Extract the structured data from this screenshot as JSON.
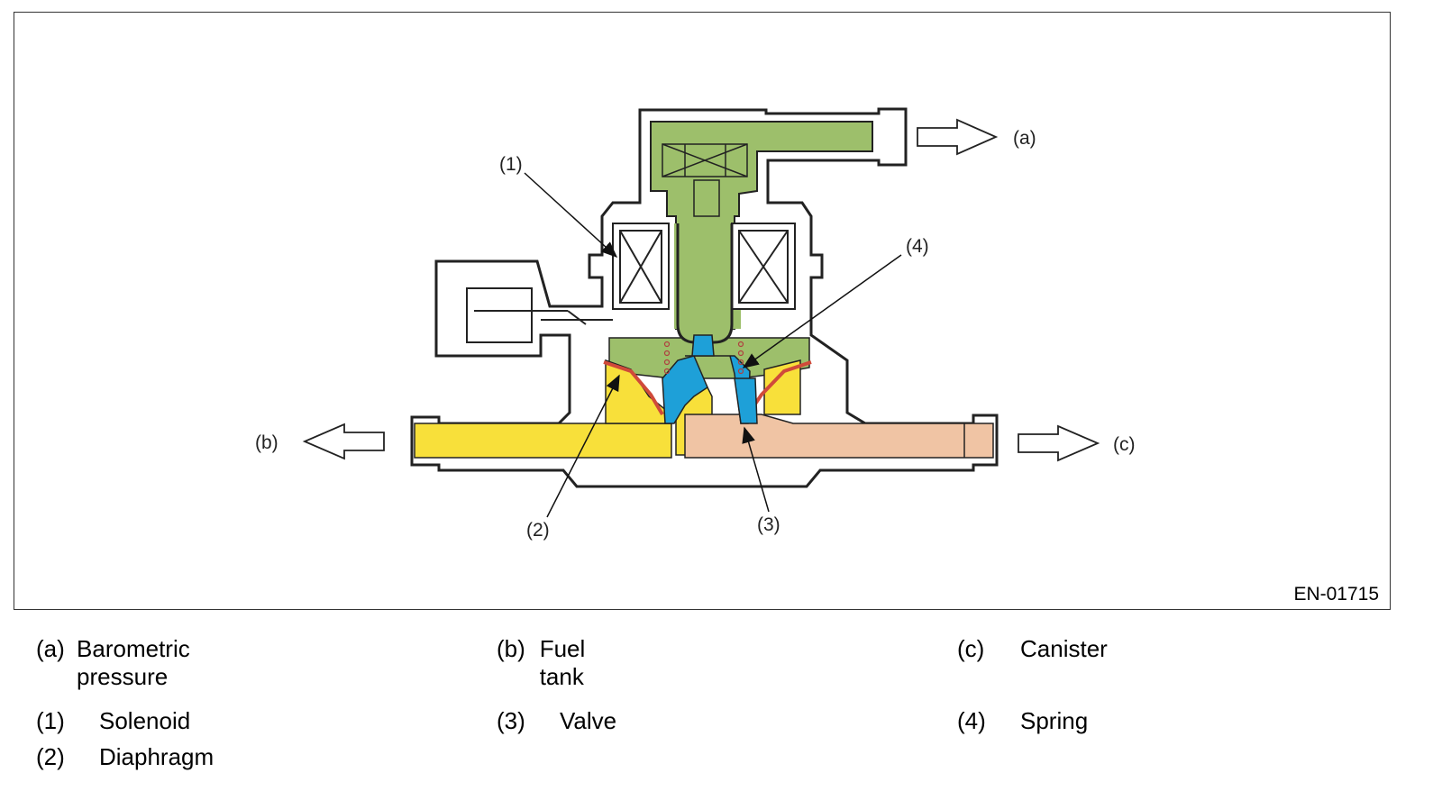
{
  "figure_id": "EN-01715",
  "callouts": {
    "a": "(a)",
    "b": "(b)",
    "c": "(c)",
    "n1": "(1)",
    "n2": "(2)",
    "n3": "(3)",
    "n4": "(4)"
  },
  "legend": [
    {
      "key": "(a)",
      "label": "Barometric pressure"
    },
    {
      "key": "(b)",
      "label": "Fuel tank"
    },
    {
      "key": "(c)",
      "label": "Canister"
    },
    {
      "key": "(1)",
      "label": "Solenoid"
    },
    {
      "key": "(3)",
      "label": "Valve"
    },
    {
      "key": "(4)",
      "label": "Spring"
    },
    {
      "key": "(2)",
      "label": "Diaphragm"
    }
  ],
  "colors": {
    "solenoid_chamber": "#9dbf6b",
    "fuel_tank_passage": "#f8e03a",
    "canister_passage": "#f0c4a4",
    "valve": "#1ea0d8",
    "diaphragm": "#d04a3a",
    "spring": "#b04040",
    "outline": "#222222"
  }
}
